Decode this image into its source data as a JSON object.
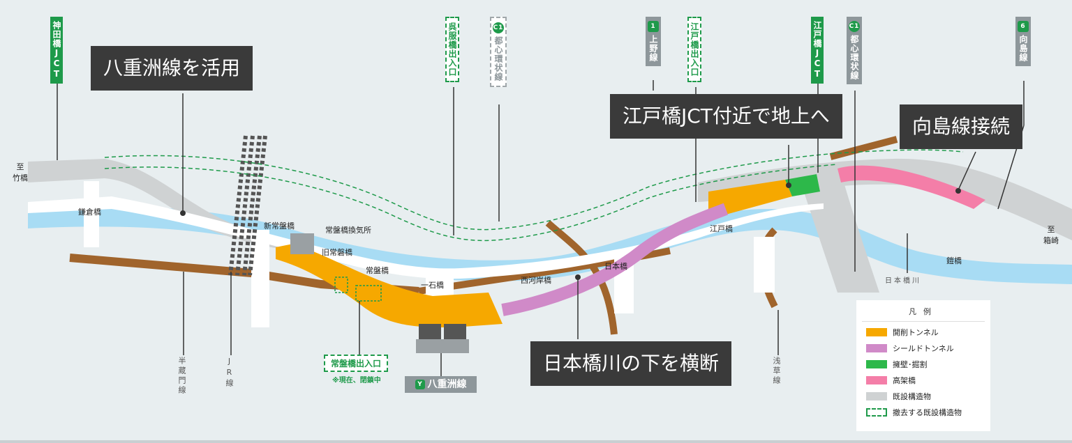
{
  "callouts": {
    "yaesu": "八重洲線を活用",
    "edobashi": "江戸橋JCT付近で地上へ",
    "mukojima": "向島線接続",
    "nihonbashi_river": "日本橋川の下を横断"
  },
  "top_labels": {
    "kandabashi_jct": "神田橋JCT",
    "gofukubashi": "呉服橋出入口",
    "c1_left_badge": "C1",
    "c1_left": "都心環状線",
    "ueno_badge": "1",
    "ueno": "上野線",
    "edobashi_ramp": "江戸橋出入口",
    "edobashi_jct": "江戸橋JCT",
    "c1_right_badge": "C1",
    "c1_right": "都心環状線",
    "mukojima_badge": "6",
    "mukojima": "向島線"
  },
  "map_labels": {
    "to_takebashi": "至\n竹橋",
    "to_hakozaki": "至\n箱崎",
    "kamakurabashi": "鎌倉橋",
    "shin_tokiwabashi": "新常盤橋",
    "tokiwabashi_kanki": "常盤橋換気所",
    "kyu_tokiwabashi": "旧常磐橋",
    "tokiwabashi": "常盤橋",
    "ichikokubashi": "一石橋",
    "nishi_kashibashi": "西河岸橋",
    "nihonbashi": "日本橋",
    "edobashi": "江戸橋",
    "yoroibashi": "鎧橋",
    "nihonbashi_river": "日本橋川"
  },
  "bottom_labels": {
    "hanzomon": "半蔵門線",
    "jr": "JR線",
    "asakusa": "浅草線",
    "tokiwabashi_ramp": "常盤橋出入口",
    "tokiwabashi_note": "※現在、閉鎖中",
    "yaesu_badge": "Y",
    "yaesu_line": "八重洲線"
  },
  "legend": {
    "title": "凡例",
    "items": [
      {
        "label": "開削トンネル",
        "color": "#f6a800",
        "style": "solid"
      },
      {
        "label": "シールドトンネル",
        "color": "#d08ac8",
        "style": "solid"
      },
      {
        "label": "擁壁･掘割",
        "color": "#2db84a",
        "style": "solid"
      },
      {
        "label": "高架橋",
        "color": "#f47ea8",
        "style": "solid"
      },
      {
        "label": "既設構造物",
        "color": "#cfd2d3",
        "style": "solid"
      },
      {
        "label": "撤去する既設構造物",
        "color": "#1e9a4a",
        "style": "dashed"
      }
    ]
  },
  "colors": {
    "background": "#e8eef0",
    "river": "#a8dcf4",
    "metro_line": "#a0642c",
    "road_existing": "#cfd2d3",
    "callout_bg": "#3a3a3a",
    "route_green": "#1e9a4a",
    "route_gray": "#8e979b"
  }
}
